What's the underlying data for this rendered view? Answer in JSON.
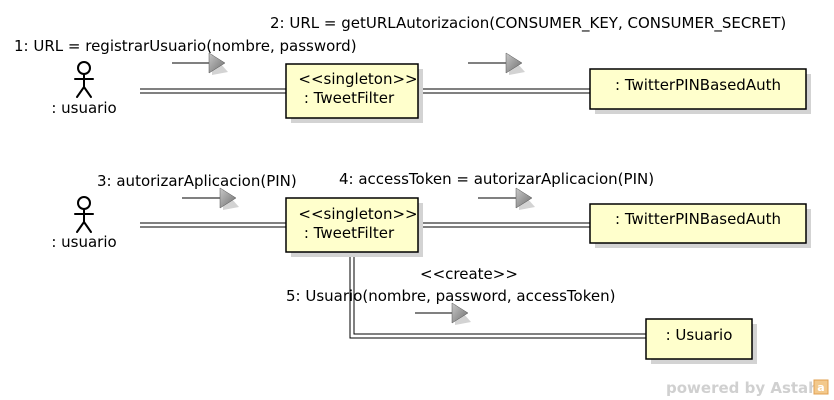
{
  "actors": [
    {
      "id": "actor-1",
      "label": ": usuario"
    },
    {
      "id": "actor-2",
      "label": ": usuario"
    }
  ],
  "objects": [
    {
      "id": "tweetfilter-1",
      "lines": [
        "<<singleton>>",
        ": TweetFilter"
      ]
    },
    {
      "id": "twitterauth-1",
      "lines": [
        ": TwitterPINBasedAuth"
      ]
    },
    {
      "id": "tweetfilter-2",
      "lines": [
        "<<singleton>>",
        ": TweetFilter"
      ]
    },
    {
      "id": "twitterauth-2",
      "lines": [
        ": TwitterPINBasedAuth"
      ]
    },
    {
      "id": "usuario-obj",
      "lines": [
        ": Usuario"
      ]
    }
  ],
  "messages": [
    {
      "id": "msg-1",
      "label": "1: URL = registrarUsuario(nombre, password)"
    },
    {
      "id": "msg-2",
      "label": "2: URL = getURLAutorizacion(CONSUMER_KEY, CONSUMER_SECRET)"
    },
    {
      "id": "msg-3",
      "label": "3: autorizarAplicacion(PIN)"
    },
    {
      "id": "msg-4",
      "label": "4: accessToken = autorizarAplicacion(PIN)"
    },
    {
      "id": "msg-5",
      "stereotype": "<<create>>",
      "label": "5: Usuario(nombre, password, accessToken)"
    }
  ],
  "watermark": "powered by Astah",
  "colors": {
    "box_fill": "#ffffcc",
    "shadow": "#d3d3d3",
    "arrow_fill": "#8c8c8c",
    "line": "#000000"
  }
}
